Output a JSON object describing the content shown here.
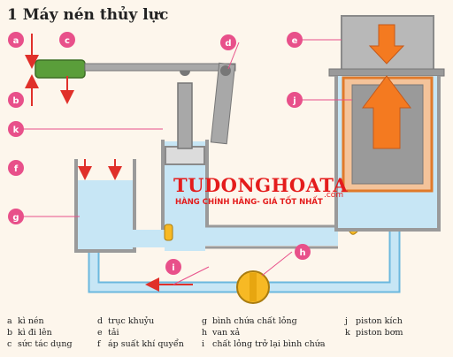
{
  "title": "1 Máy nén thủy lực",
  "callouts": [
    "a",
    "b",
    "c",
    "d",
    "e",
    "f",
    "g",
    "h",
    "i",
    "j",
    "k"
  ],
  "watermark": {
    "brand": "TUDONGHOATA",
    "slogan": "HÀNG CHÍNH HÃNG- GIÁ TỐT NHẤT",
    "suffix": ".com"
  },
  "legend": {
    "a": {
      "key": "a",
      "text": "kì nén"
    },
    "b": {
      "key": "b",
      "text": "kì đi lên"
    },
    "c": {
      "key": "c",
      "text": "sức tác dụng"
    },
    "d": {
      "key": "d",
      "text": "trục khuỷu"
    },
    "e": {
      "key": "e",
      "text": "tải"
    },
    "f": {
      "key": "f",
      "text": "áp suất khí quyển"
    },
    "g": {
      "key": "g",
      "text": "bình chứa chất lỏng"
    },
    "h": {
      "key": "h",
      "text": "van xả"
    },
    "i": {
      "key": "i",
      "text": "chất lỏng trở lại bình chứa"
    },
    "j": {
      "key": "j",
      "text": "piston kích"
    },
    "k": {
      "key": "k",
      "text": "piston bơm"
    }
  },
  "colors": {
    "background": "#fdf6ec",
    "callout": "#e8508a",
    "liquid": "#c7e6f5",
    "liquid_stroke": "#6bb8de",
    "metal": "#9a9a9a",
    "orange": "#f47a20",
    "arrow_red": "#e0302a",
    "handle_green": "#5a9e3a",
    "valve_yellow": "#f7b924"
  }
}
